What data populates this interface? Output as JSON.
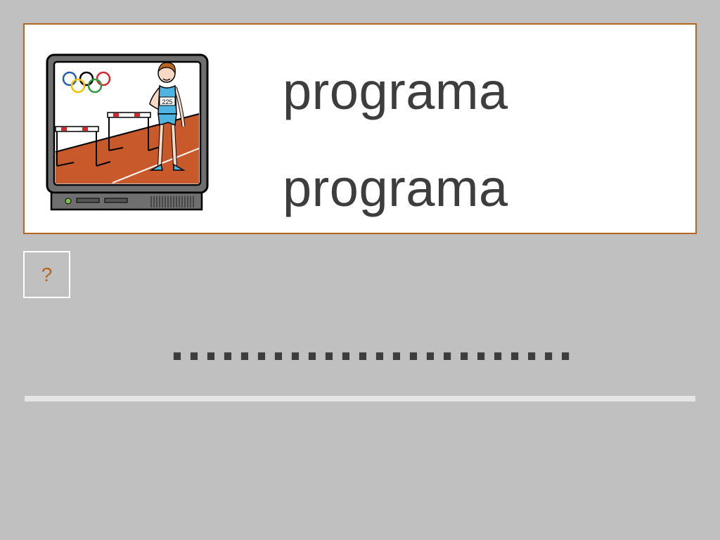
{
  "card": {
    "pictogram": {
      "icon": "tv-athlete-hurdles-pictogram",
      "bib_number": "225",
      "colors": {
        "tv_body": "#6f6f6f",
        "track": "#c8592a",
        "shirt": "#4fb4e0",
        "frame": "#b5651d"
      }
    },
    "word_upper": "programa",
    "word_lower": "programa"
  },
  "help_button": {
    "label": "?"
  },
  "answer": {
    "placeholder": "........................"
  }
}
